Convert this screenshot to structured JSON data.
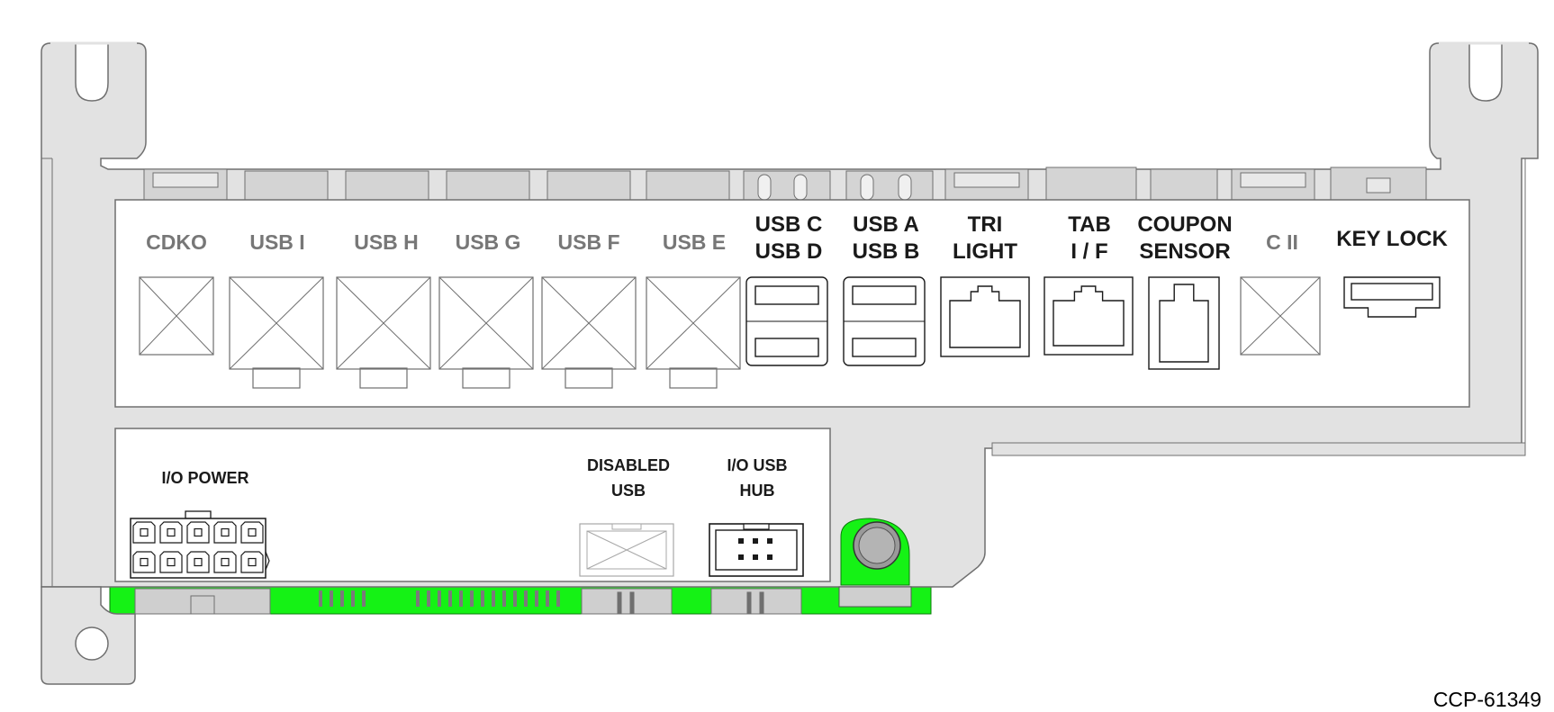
{
  "colors": {
    "bracket_fill": "#e2e2e2",
    "bracket_stroke": "#6f6f6f",
    "pcb_green": "#15f215",
    "connector_gray": "#cfcfcf",
    "label_inactive": "#777777",
    "label_active": "#1a1a1a",
    "panel_fill": "#ffffff"
  },
  "ports_top": [
    {
      "id": "cdko",
      "label_lines": [
        "CDKO"
      ],
      "status": "inactive",
      "icon": "unused-port-x-icon"
    },
    {
      "id": "usb-i",
      "label_lines": [
        "USB I"
      ],
      "status": "inactive",
      "icon": "unused-port-x-icon"
    },
    {
      "id": "usb-h",
      "label_lines": [
        "USB H"
      ],
      "status": "inactive",
      "icon": "unused-port-x-icon"
    },
    {
      "id": "usb-g",
      "label_lines": [
        "USB G"
      ],
      "status": "inactive",
      "icon": "unused-port-x-icon"
    },
    {
      "id": "usb-f",
      "label_lines": [
        "USB F"
      ],
      "status": "inactive",
      "icon": "unused-port-x-icon"
    },
    {
      "id": "usb-e",
      "label_lines": [
        "USB E"
      ],
      "status": "inactive",
      "icon": "unused-port-x-icon"
    },
    {
      "id": "usb-cd",
      "label_lines": [
        "USB C",
        "USB D"
      ],
      "status": "active",
      "icon": "dual-usb-port-icon"
    },
    {
      "id": "usb-ab",
      "label_lines": [
        "USB A",
        "USB B"
      ],
      "status": "active",
      "icon": "dual-usb-port-icon"
    },
    {
      "id": "tri-light",
      "label_lines": [
        "TRI",
        "LIGHT"
      ],
      "status": "active",
      "icon": "rj45-port-icon"
    },
    {
      "id": "tab-if",
      "label_lines": [
        "TAB",
        "I / F"
      ],
      "status": "active",
      "icon": "rj45-port-icon"
    },
    {
      "id": "coupon-sensor",
      "label_lines": [
        "COUPON",
        "SENSOR"
      ],
      "status": "active",
      "icon": "rj11-port-icon"
    },
    {
      "id": "c-ii",
      "label_lines": [
        "C II"
      ],
      "status": "inactive",
      "icon": "unused-port-x-icon"
    },
    {
      "id": "key-lock",
      "label_lines": [
        "KEY LOCK"
      ],
      "status": "active",
      "icon": "key-lock-port-icon"
    }
  ],
  "ports_bottom": [
    {
      "id": "io-power",
      "label_lines": [
        "I/O POWER"
      ],
      "status": "active",
      "icon": "ten-pin-power-connector-icon"
    },
    {
      "id": "disabled-usb",
      "label_lines": [
        "DISABLED",
        "USB"
      ],
      "status": "inactive",
      "icon": "disabled-usb-port-icon"
    },
    {
      "id": "io-usb-hub",
      "label_lines": [
        "I/O USB",
        "HUB"
      ],
      "status": "active",
      "icon": "usb-hub-header-icon"
    }
  ],
  "figure_id": "CCP-61349"
}
